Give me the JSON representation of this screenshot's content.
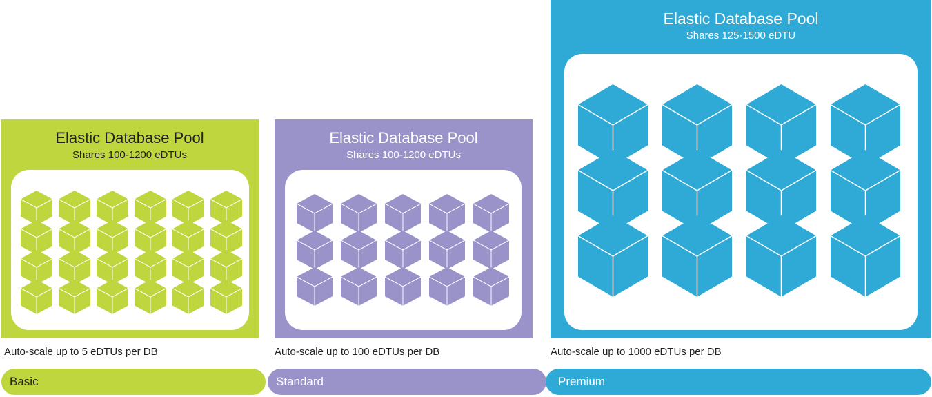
{
  "colors": {
    "basic": "#c0d63e",
    "standard": "#9a93c9",
    "premium": "#2faad6"
  },
  "pools": {
    "basic": {
      "title": "Elastic Database Pool",
      "subtitle": "Shares 100-1200 eDTUs",
      "caption": "Auto-scale up to 5 eDTUs per DB",
      "tier": "Basic",
      "db_icon": "cube-icon",
      "db_columns": 6,
      "db_rows": 4
    },
    "standard": {
      "title": "Elastic Database Pool",
      "subtitle": "Shares 100-1200 eDTUs",
      "caption": "Auto-scale up to 100 eDTUs per DB",
      "tier": "Standard",
      "db_icon": "cube-icon",
      "db_columns": 5,
      "db_rows": 3
    },
    "premium": {
      "title": "Elastic Database Pool",
      "subtitle": "Shares 125-1500 eDTU",
      "caption": "Auto-scale up to 1000 eDTUs per DB",
      "tier": "Premium",
      "db_icon": "cube-icon",
      "db_columns": 4,
      "db_rows": 3
    }
  }
}
